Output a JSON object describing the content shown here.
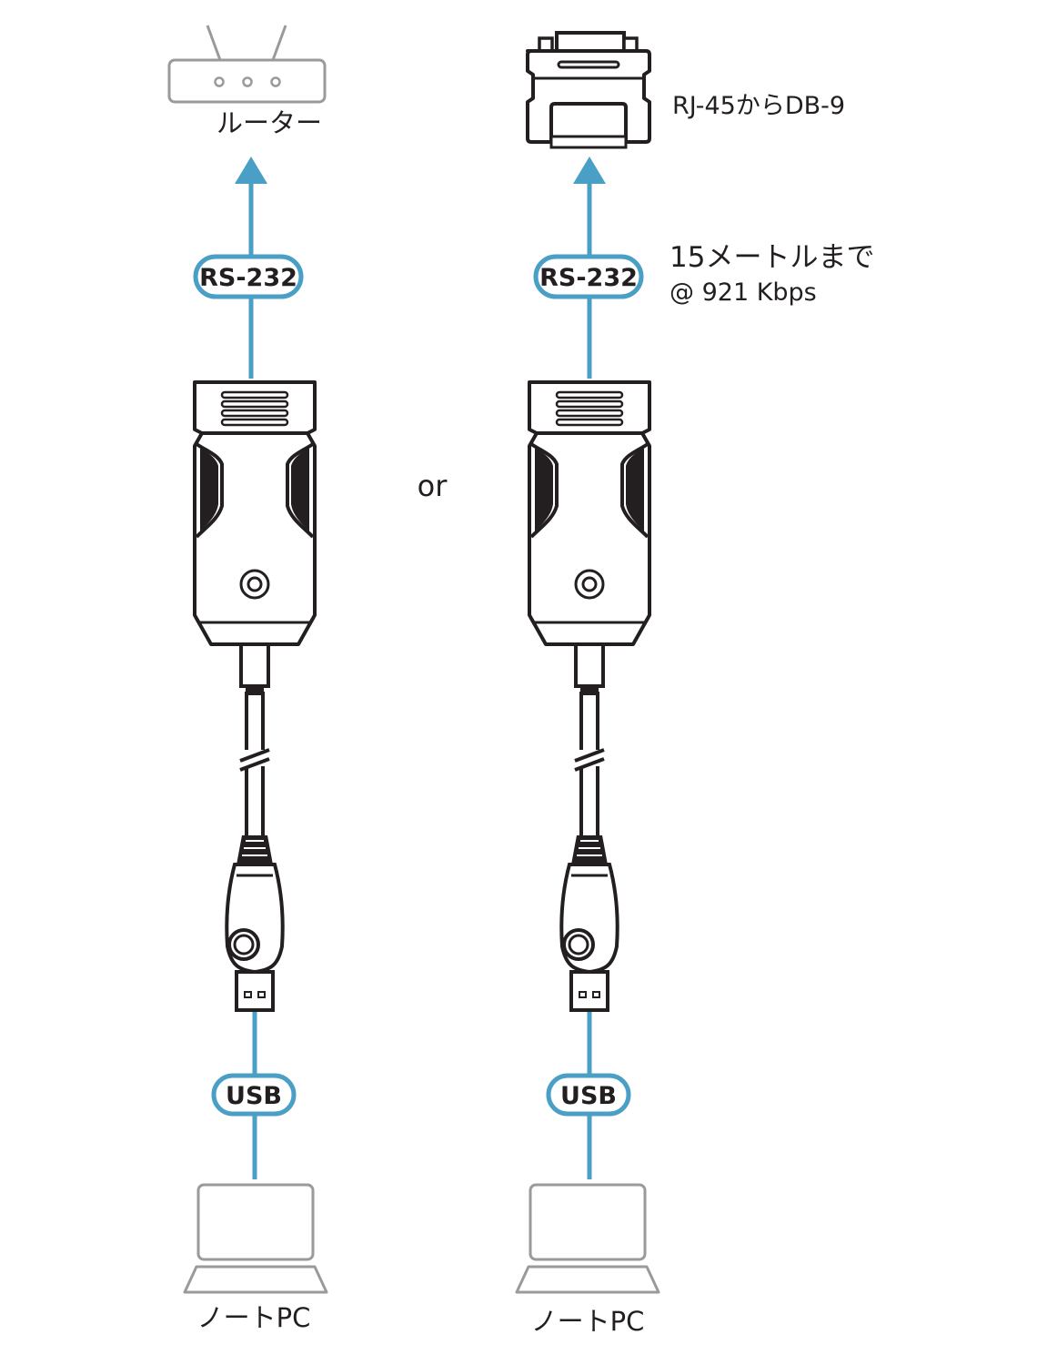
{
  "colors": {
    "accent": "#4a9fc6",
    "outline": "#231f20",
    "device_gray": "#9a9a9a"
  },
  "left": {
    "top_device_label": "ルーター",
    "top_protocol": "RS-232",
    "bottom_protocol": "USB",
    "bottom_device_label": "ノートPC"
  },
  "right": {
    "top_device_label": "RJ-45からDB-9",
    "top_protocol": "RS-232",
    "distance_line1": "15メートルまで",
    "distance_line2": "@ 921 Kbps",
    "bottom_protocol": "USB",
    "bottom_device_label": "ノートPC"
  },
  "separator": "or",
  "icons": {
    "router": "router-icon",
    "adapter": "db9-adapter-icon",
    "converter": "usb-serial-converter-icon",
    "laptop": "laptop-icon",
    "arrow": "arrow-up-icon"
  }
}
